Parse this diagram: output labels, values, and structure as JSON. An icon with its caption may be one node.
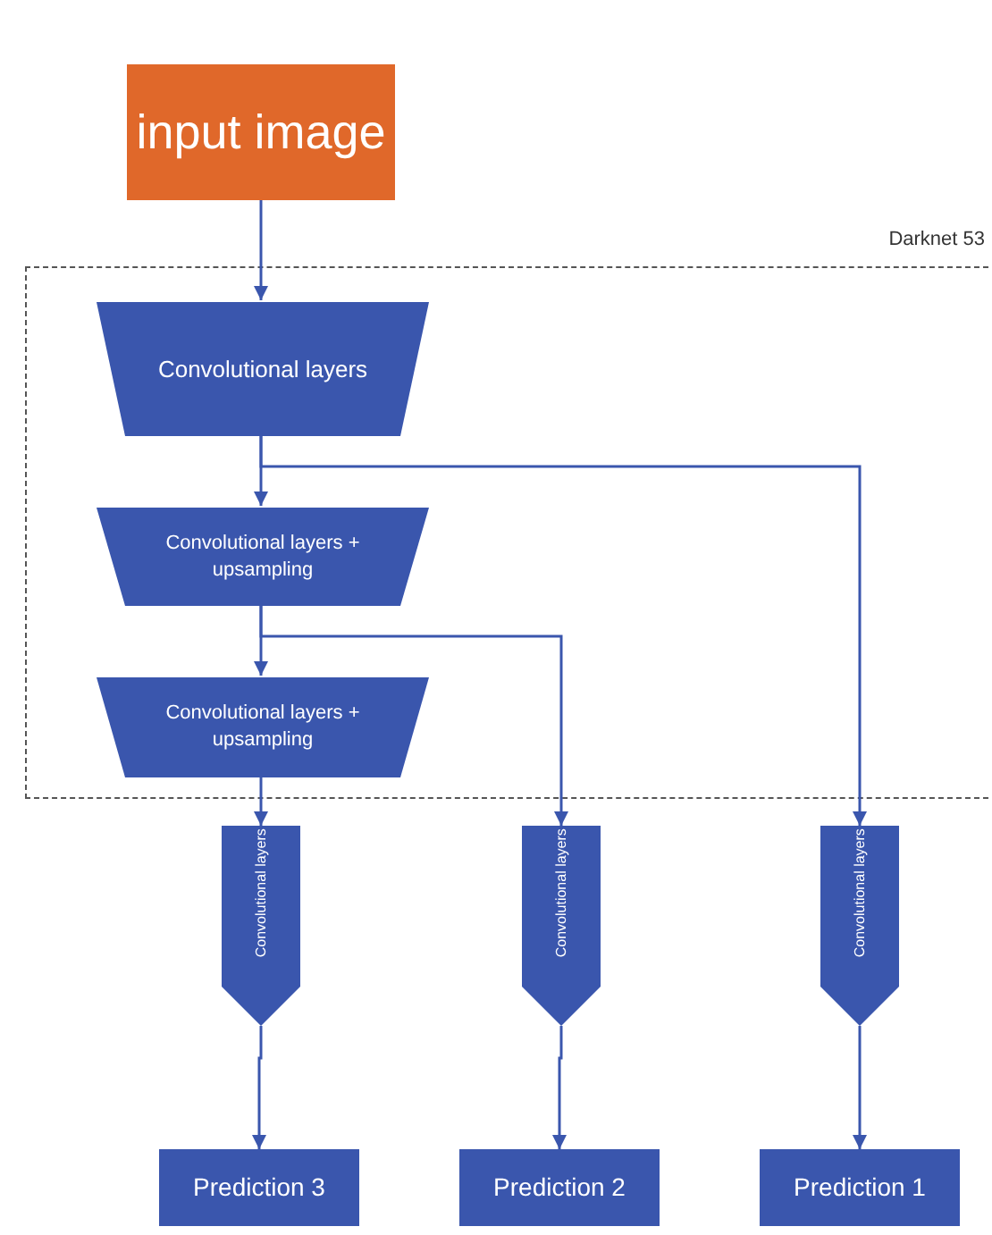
{
  "diagram": {
    "nodes": [
      {
        "text": [
          "input image"
        ]
      },
      {
        "text": [
          "Darknet 53"
        ]
      },
      {
        "text": [
          "Convolutional layers"
        ],
        "in": 1
      },
      {
        "text": [
          "Convolutional layers + upsampling"
        ],
        "in": 1
      },
      {
        "text": [
          "Convolutional layers + upsampling"
        ],
        "in": 1
      },
      {
        "text": [
          "Convolutional layers"
        ]
      },
      {
        "text": [
          "Convolutional layers"
        ]
      },
      {
        "text": [
          "Convolutional layers"
        ]
      },
      {
        "text": [
          "Prediction 3"
        ]
      },
      {
        "text": [
          "Prediction 2"
        ]
      },
      {
        "text": [
          "Prediction 1"
        ]
      }
    ],
    "edges": [
      {
        "from": 0,
        "to": 2,
        "arrow": "to"
      },
      {
        "from": 2,
        "to": 3,
        "arrow": "to"
      },
      {
        "from": 2,
        "to": 7,
        "arrow": "to"
      },
      {
        "from": 3,
        "to": 4,
        "arrow": "to"
      },
      {
        "from": 3,
        "to": 6,
        "arrow": "to"
      },
      {
        "from": 4,
        "to": 5,
        "arrow": "to"
      },
      {
        "from": 5,
        "to": 8,
        "arrow": "to"
      },
      {
        "from": 6,
        "to": 9,
        "arrow": "to"
      },
      {
        "from": 7,
        "to": 10,
        "arrow": "to"
      }
    ]
  }
}
